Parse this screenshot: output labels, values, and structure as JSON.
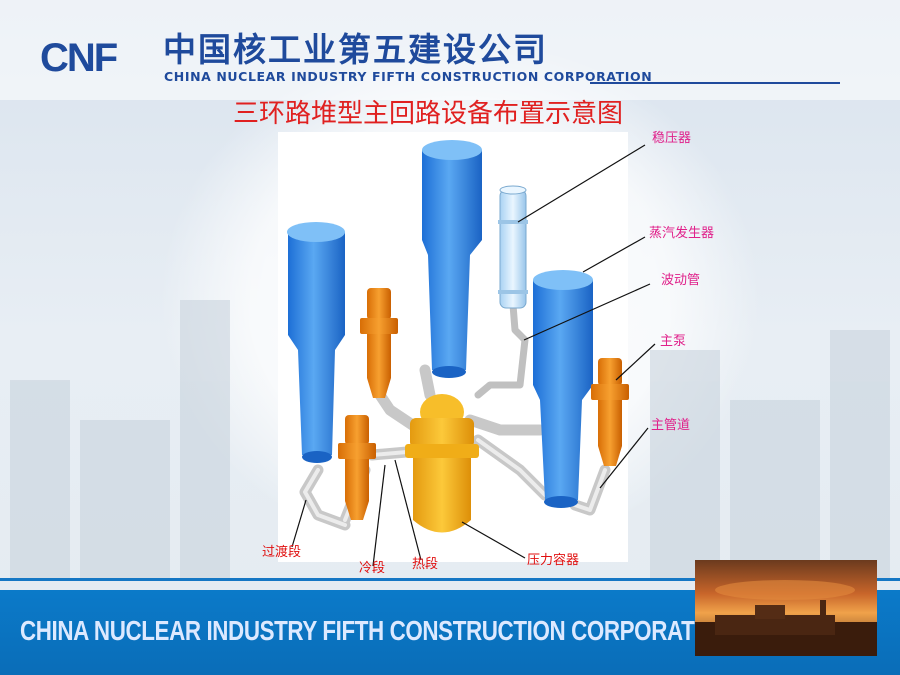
{
  "header": {
    "logo": "CNF",
    "company_cn": "中国核工业第五建设公司",
    "company_en": "CHINA NUCLEAR INDUSTRY FIFTH CONSTRUCTION CORPORATION"
  },
  "title": "三环路堆型主回路设备布置示意图",
  "labels": {
    "pressurizer": "稳压器",
    "steam_generator": "蒸汽发生器",
    "surge_line": "波动管",
    "main_pump": "主泵",
    "main_pipe": "主管道",
    "crossover_leg": "过渡段",
    "cold_leg": "冷段",
    "hot_leg": "热段",
    "pressure_vessel": "压力容器"
  },
  "footer": {
    "text": "CHINA NUCLEAR INDUSTRY FIFTH CONSTRUCTION CORPORATION"
  },
  "colors": {
    "brand_blue": "#1f4a9c",
    "title_red": "#e02020",
    "label_magenta": "#e0208a",
    "steam_generator_blue": "#3a8de8",
    "pump_orange": "#f08a10",
    "vessel_yellow": "#f5b21a"
  }
}
